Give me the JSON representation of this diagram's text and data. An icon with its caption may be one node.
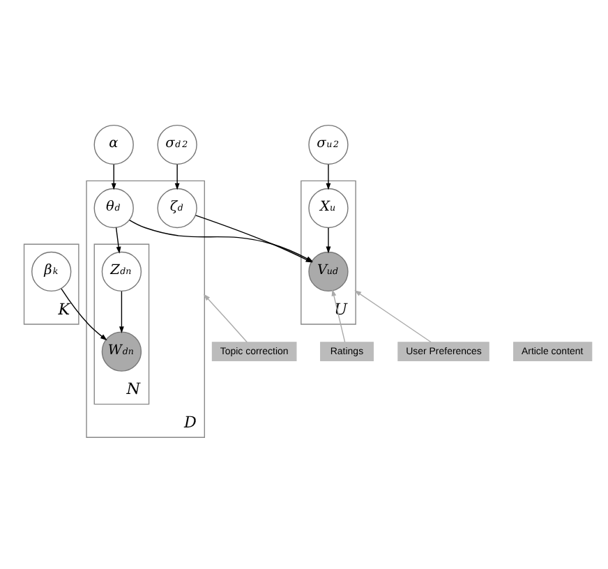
{
  "diagram": {
    "nodes": [
      {
        "text": [
          "D"
        ]
      },
      {
        "text": [
          "U"
        ]
      },
      {
        "text": [
          "α"
        ]
      },
      {
        "text": [
          "σ$_{d}$$^{2}$"
        ]
      },
      {
        "text": [
          "σ$_{u}$$^{2}$"
        ]
      },
      {
        "text": [
          "θ$_{d}$"
        ],
        "in": 0
      },
      {
        "text": [
          "ζ$_{d}$"
        ],
        "in": 0
      },
      {
        "text": [
          "N"
        ],
        "in": 0
      },
      {
        "text": [
          "Z$_{dn}$"
        ],
        "in": 7
      },
      {
        "text": [
          "W$_{dn}$"
        ],
        "in": 7
      },
      {
        "text": [
          "V$_{ud}$"
        ],
        "in": 1
      },
      {
        "text": [
          "X$_{u}$"
        ],
        "in": 1
      },
      {
        "text": [
          "K"
        ]
      },
      {
        "text": [
          "β$_{k}$"
        ],
        "in": 12
      },
      {
        "text": [
          "Ratings"
        ]
      },
      {
        "text": [
          "Article content"
        ]
      },
      {
        "text": [
          "Topic correction"
        ]
      },
      {
        "text": [
          "User Preferences"
        ]
      }
    ],
    "edges": [
      {
        "from": 2,
        "to": 5,
        "arrow": "to"
      },
      {
        "from": 3,
        "to": 6,
        "arrow": "to"
      },
      {
        "from": 4,
        "to": 11,
        "arrow": "to"
      },
      {
        "from": 5,
        "to": 8,
        "arrow": "to"
      },
      {
        "from": 8,
        "to": 9,
        "arrow": "to"
      },
      {
        "from": 13,
        "to": 9,
        "arrow": "to"
      },
      {
        "from": 5,
        "to": 10,
        "arrow": "to"
      },
      {
        "from": 6,
        "to": 10,
        "arrow": "to"
      },
      {
        "from": 11,
        "to": 10,
        "arrow": "to"
      },
      {
        "from": 14,
        "to": 10,
        "arrow": "to",
        "color": "#aaaaaa"
      },
      {
        "from": 16,
        "to": 0,
        "arrow": "to",
        "color": "#aaaaaa"
      },
      {
        "from": 17,
        "to": 1,
        "arrow": "to",
        "color": "#aaaaaa"
      }
    ]
  }
}
